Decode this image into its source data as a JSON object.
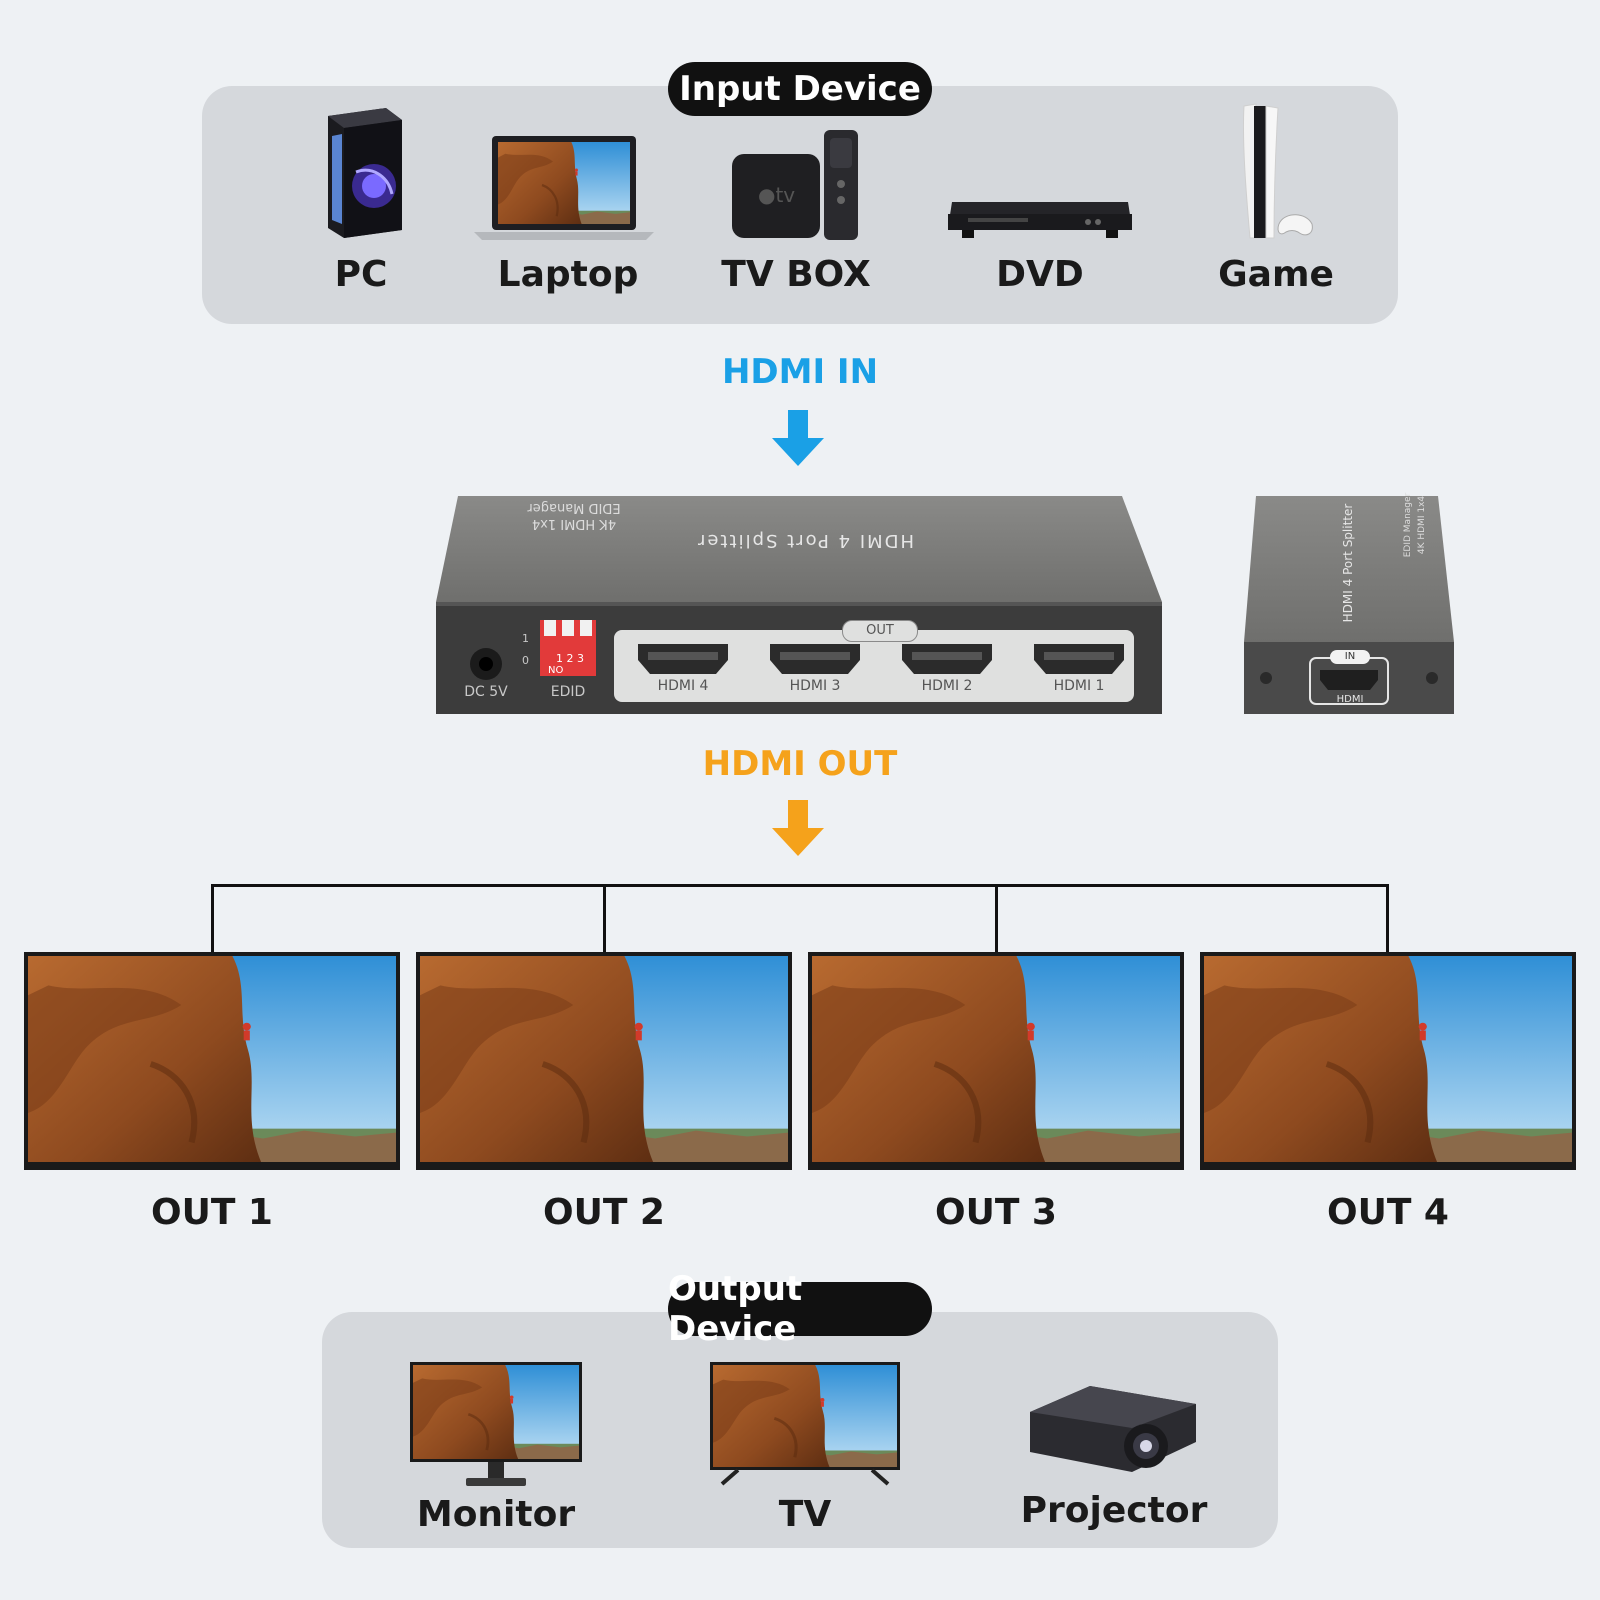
{
  "input_section": {
    "title": "Input Device",
    "devices": [
      {
        "label": "PC",
        "icon": "pc-tower-icon"
      },
      {
        "label": "Laptop",
        "icon": "laptop-icon"
      },
      {
        "label": "TV BOX",
        "icon": "tv-box-icon"
      },
      {
        "label": "DVD",
        "icon": "dvd-player-icon"
      },
      {
        "label": "Game",
        "icon": "game-console-icon"
      }
    ]
  },
  "flow": {
    "hdmi_in": "HDMI IN",
    "hdmi_out": "HDMI OUT",
    "in_color": "#1aa0e6",
    "out_color": "#f5a21b"
  },
  "splitter": {
    "top_text_1": "HDMI 4 Port Splitter",
    "top_text_2": "EDID Manager",
    "top_text_3": "4K HDMI 1x4",
    "dc_label": "DC 5V",
    "edid_label": "EDID",
    "switch_numbers": "1 2 3",
    "switch_on": "NO",
    "switch_1": "1",
    "switch_0": "0",
    "out_badge": "OUT",
    "ports": [
      "HDMI 4",
      "HDMI 3",
      "HDMI 2",
      "HDMI 1"
    ],
    "side_text_1": "HDMI 4 Port Splitter",
    "side_text_2": "EDID Manager",
    "side_text_3": "4K HDMI 1x4",
    "side_in_badge": "IN",
    "side_port_label": "HDMI"
  },
  "outputs": [
    "OUT 1",
    "OUT 2",
    "OUT 3",
    "OUT 4"
  ],
  "output_section": {
    "title": "Output Device",
    "devices": [
      {
        "label": "Monitor",
        "icon": "monitor-icon"
      },
      {
        "label": "TV",
        "icon": "tv-icon"
      },
      {
        "label": "Projector",
        "icon": "projector-icon"
      }
    ]
  }
}
